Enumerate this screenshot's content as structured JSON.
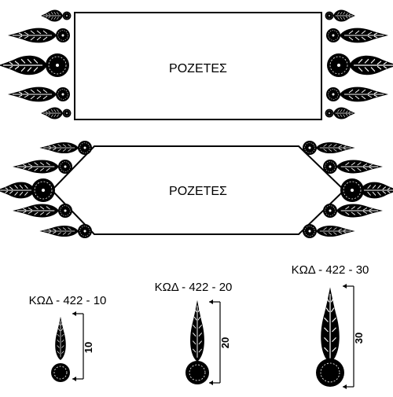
{
  "banners": [
    {
      "label": "ΡΟΖΕΤΕΣ",
      "shape": "rectangle"
    },
    {
      "label": "ΡΟΖΕΤΕΣ",
      "shape": "hexagon"
    }
  ],
  "rosettes": [
    {
      "code": "ΚΩΔ - 422 - 10",
      "size": "10"
    },
    {
      "code": "ΚΩΔ - 422 - 20",
      "size": "20"
    },
    {
      "code": "ΚΩΔ - 422 - 30",
      "size": "30"
    }
  ],
  "colors": {
    "ink": "#000000",
    "paper": "#ffffff"
  }
}
